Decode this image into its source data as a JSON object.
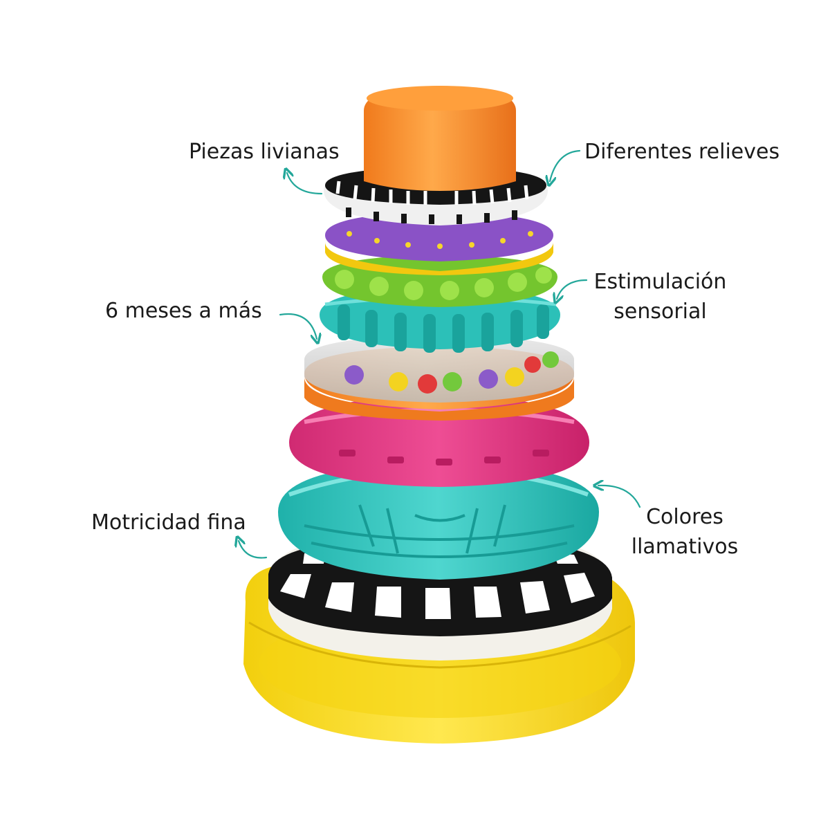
{
  "labels": {
    "piezas": "Piezas livianas",
    "relieves": "Diferentes relieves",
    "estimulacion_1": "Estimulación",
    "estimulacion_2": "sensorial",
    "meses": "6 meses a más",
    "colores_1": "Colores",
    "colores_2": "llamativos",
    "motricidad": "Motricidad fina"
  },
  "colors": {
    "arrow": "#23a79a",
    "text": "#1a1a1a",
    "orange": "#f4892c",
    "purple": "#8e5bc4",
    "yellow": "#f7d51f",
    "green": "#8fd43a",
    "teal": "#33c4bc",
    "magenta": "#e0377d",
    "black": "#151515"
  },
  "icons": [
    "curved-arrow-icon"
  ]
}
